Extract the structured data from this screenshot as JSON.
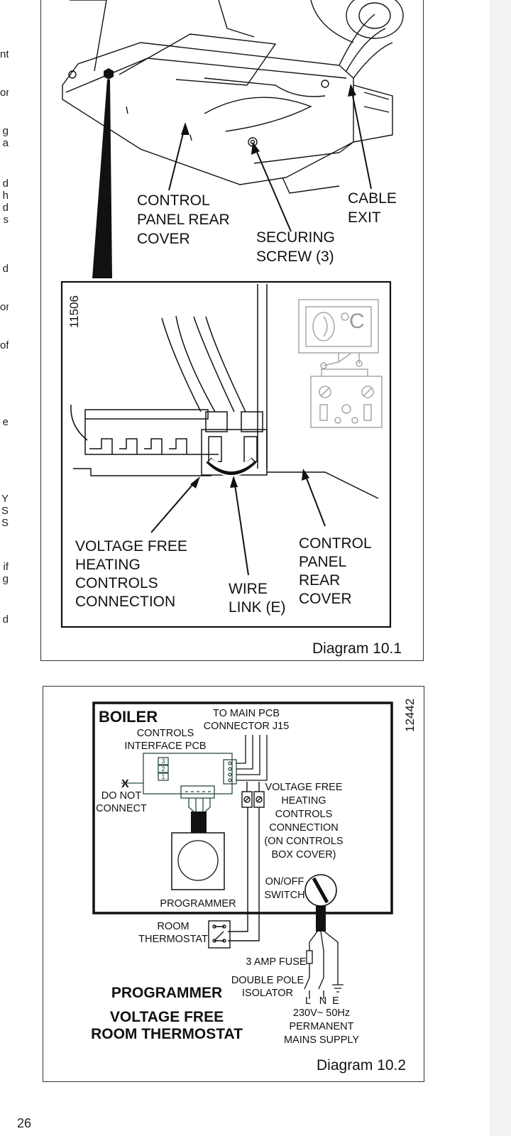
{
  "margin_fragments": [
    {
      "text": "nt"
    },
    {
      "text": "or"
    },
    {
      "text": "g\na"
    },
    {
      "text": "d\nh\nd\ns"
    },
    {
      "text": "d"
    },
    {
      "text": "or"
    },
    {
      "text": "of"
    },
    {
      "text": "e"
    },
    {
      "text": "Y\nS\nS"
    },
    {
      "text": "if\ng"
    },
    {
      "text": "d"
    }
  ],
  "diagram1": {
    "ref_number": "11506",
    "labels": {
      "control_panel_rear_cover_1": "CONTROL",
      "control_panel_rear_cover_2": "PANEL REAR",
      "control_panel_rear_cover_3": "COVER",
      "cable_exit_1": "CABLE",
      "cable_exit_2": "EXIT",
      "securing_screw_1": "SECURING",
      "securing_screw_2": "SCREW (3)",
      "vfhc_1": "VOLTAGE FREE",
      "vfhc_2": "HEATING",
      "vfhc_3": "CONTROLS",
      "vfhc_4": "CONNECTION",
      "wire_link_1": "WIRE",
      "wire_link_2": "LINK (E)",
      "cprc_1": "CONTROL",
      "cprc_2": "PANEL",
      "cprc_3": "REAR",
      "cprc_4": "COVER"
    },
    "caption": "Diagram 10.1"
  },
  "diagram2": {
    "ref_number": "12442",
    "boiler_title": "BOILER",
    "to_main_pcb_1": "TO MAIN PCB",
    "to_main_pcb_2": "CONNECTOR J15",
    "controls_interface_1": "CONTROLS",
    "controls_interface_2": "INTERFACE PCB",
    "x_mark": "X",
    "do_not_connect_1": "DO NOT",
    "do_not_connect_2": "CONNECT",
    "pin_3": "3",
    "pin_2": "2",
    "pin_1": "1",
    "vfhc_1": "VOLTAGE FREE",
    "vfhc_2": "HEATING",
    "vfhc_3": "CONTROLS",
    "vfhc_4": "CONNECTION",
    "vfhc_5": "(ON CONTROLS",
    "vfhc_6": "BOX COVER)",
    "onoff_1": "ON/OFF",
    "onoff_2": "SWITCH",
    "programmer": "PROGRAMMER",
    "room_thermostat_1": "ROOM",
    "room_thermostat_2": "THERMOSTAT",
    "fuse": "3 AMP FUSE",
    "isolator_1": "DOUBLE POLE",
    "isolator_2": "ISOLATOR",
    "terminal_l": "L",
    "terminal_n": "N",
    "terminal_e": "E",
    "supply_1": "230V~ 50Hz",
    "supply_2": "PERMANENT",
    "supply_3": "MAINS SUPPLY",
    "title_1": "PROGRAMMER",
    "title_2": "VOLTAGE FREE",
    "title_3": "ROOM THERMOSTAT",
    "caption": "Diagram 10.2"
  },
  "page_number": "26"
}
